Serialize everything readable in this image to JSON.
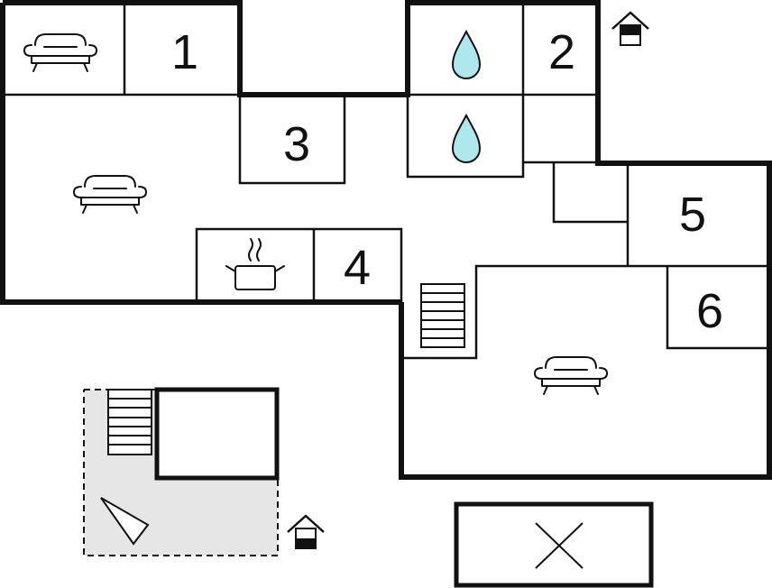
{
  "floorplan": {
    "rooms": [
      {
        "id": "1",
        "label": "1"
      },
      {
        "id": "2",
        "label": "2"
      },
      {
        "id": "3",
        "label": "3"
      },
      {
        "id": "4",
        "label": "4"
      },
      {
        "id": "5",
        "label": "5"
      },
      {
        "id": "6",
        "label": "6"
      }
    ],
    "icons": {
      "sofa": "sofa-icon",
      "water": "water-drop-icon",
      "cooking": "cooking-pot-icon",
      "entrance": "entrance-house-icon",
      "stairs": "stairs-icon",
      "terrace": "terrace-sunshade-icon",
      "pool": "pool-icon"
    },
    "colors": {
      "line": "#111111",
      "water": "#aee8ec",
      "terrace": "#e6e6e6"
    }
  }
}
